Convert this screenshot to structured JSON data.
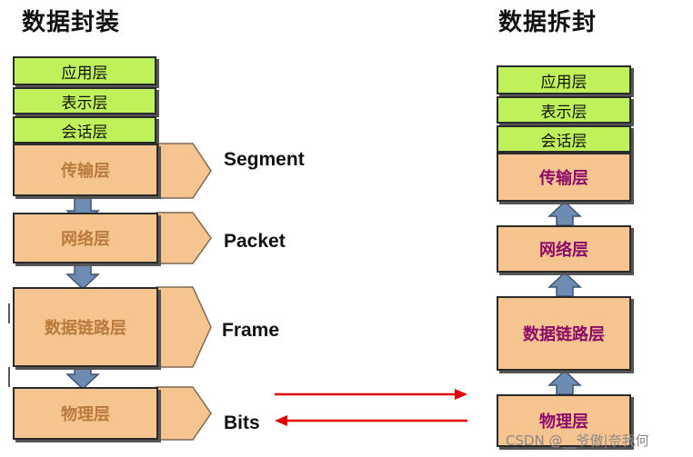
{
  "titles": {
    "left": "数据封装",
    "right": "数据拆封"
  },
  "left_stack": {
    "application": "应用层",
    "presentation": "表示层",
    "session": "会话层",
    "transport": "传输层",
    "network": "网络层",
    "datalink": "数据链路层",
    "physical": "物理层"
  },
  "right_stack": {
    "application": "应用层",
    "presentation": "表示层",
    "session": "会话层",
    "transport": "传输层",
    "network": "网络层",
    "datalink": "数据链路层",
    "physical": "物理层"
  },
  "pdu_labels": {
    "segment": "Segment",
    "packet": "Packet",
    "frame": "Frame",
    "bits": "Bits"
  },
  "watermark": "CSDN @__爷傲|奈我何",
  "colors": {
    "green_layer": "#bff25a",
    "peach_layer": "#f6c48e",
    "arrow_red": "#e00000",
    "arrow_steel": "#6d8bb3",
    "right_text": "#8c0a6a"
  }
}
